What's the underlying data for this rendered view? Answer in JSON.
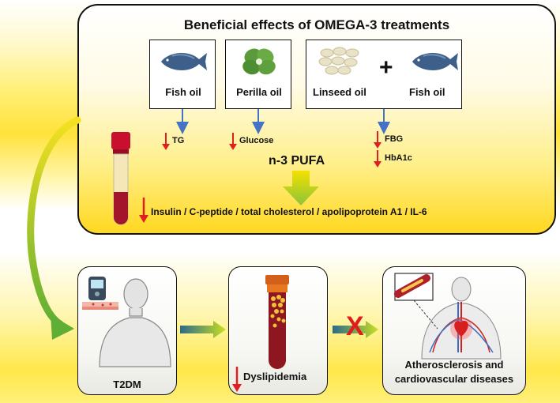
{
  "title": "Beneficial effects of OMEGA-3 treatments",
  "sources": {
    "fish_oil_1": "Fish oil",
    "perilla_oil": "Perilla oil",
    "linseed_oil": "Linseed oil",
    "plus": "+",
    "fish_oil_2": "Fish oil"
  },
  "effects": {
    "tg": "TG",
    "glucose": "Glucose",
    "fbg": "FBG",
    "hba1c": "HbA1c"
  },
  "pufa_label": "n-3 PUFA",
  "blood_effects": "Insulin / C-peptide / total cholesterol / apolipoprotein A1 / IL-6",
  "stages": {
    "t2dm": "T2DM",
    "dyslipidemia": "Dyslipidemia",
    "cvd_line1": "Atherosclerosis and",
    "cvd_line2": "cardiovascular diseases"
  },
  "block_mark": "X",
  "colors": {
    "decrease_arrow": "#e02020",
    "connector": "#4472c4",
    "gradient_arrow_start": "#2d6a8a",
    "gradient_arrow_end": "#c8e020"
  }
}
